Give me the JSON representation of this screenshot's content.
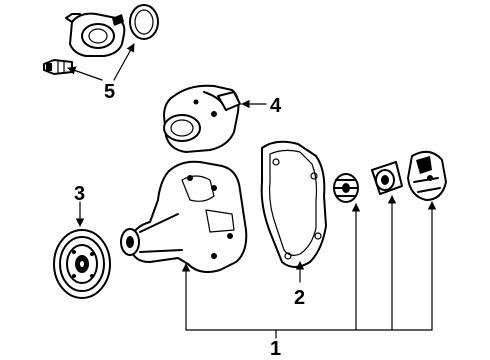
{
  "diagram": {
    "callouts": [
      {
        "id": "1",
        "text": "1"
      },
      {
        "id": "2",
        "text": "2"
      },
      {
        "id": "3",
        "text": "3"
      },
      {
        "id": "4",
        "text": "4"
      },
      {
        "id": "5",
        "text": "5"
      }
    ],
    "colors": {
      "ink": "#000000",
      "background": "#ffffff"
    }
  }
}
